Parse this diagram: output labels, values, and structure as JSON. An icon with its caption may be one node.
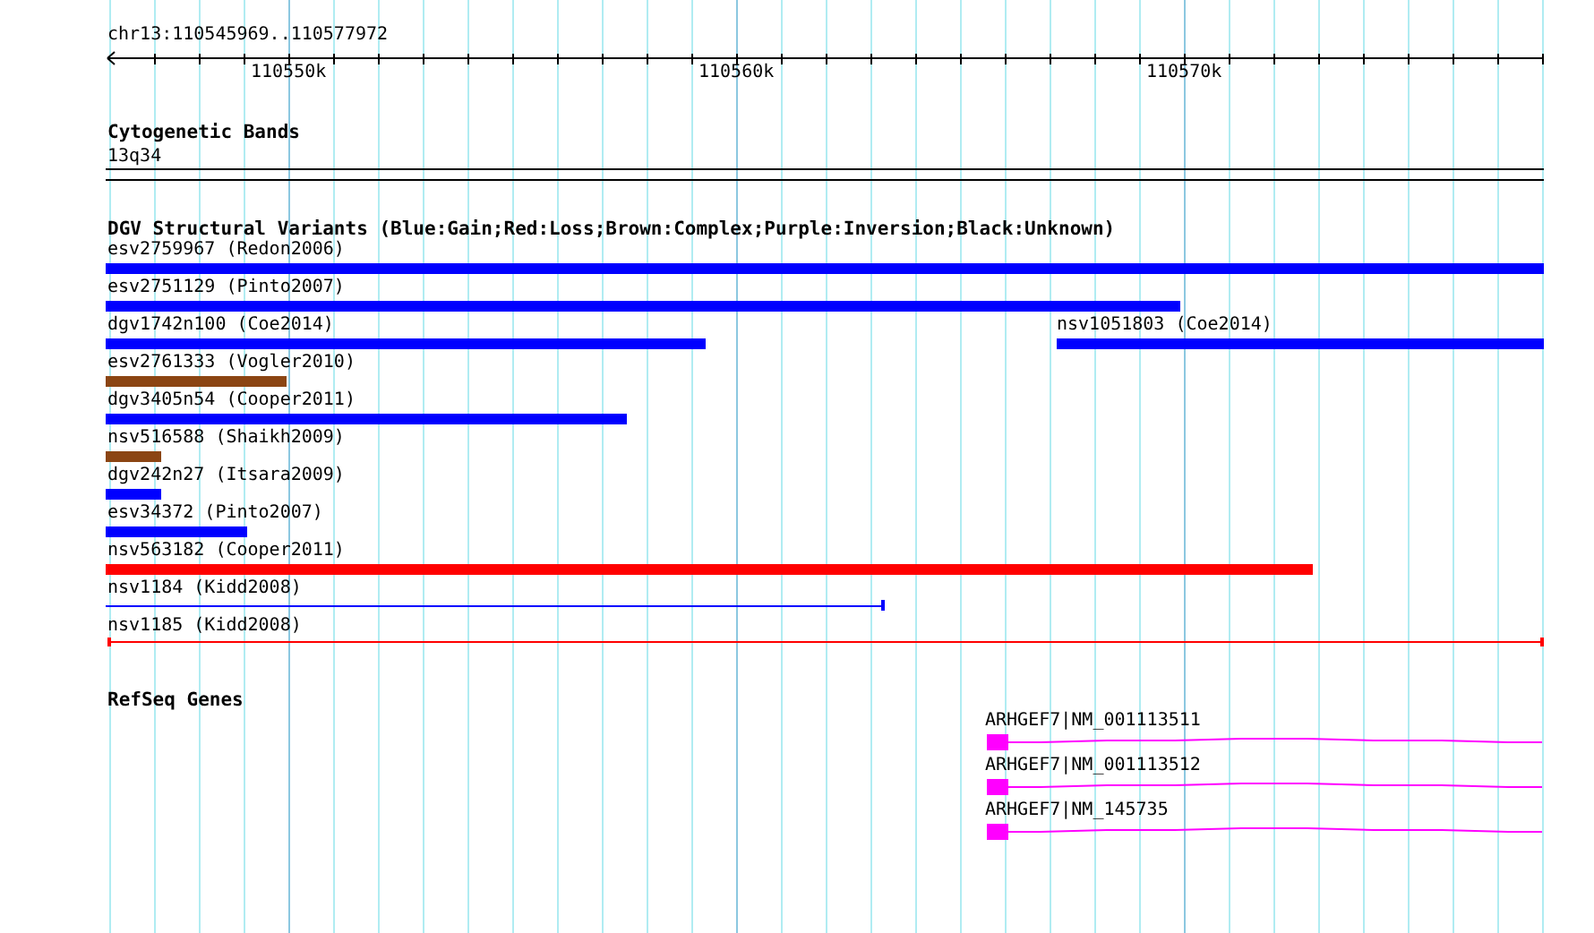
{
  "diagram": {
    "labels": [
      "chr13:110545969..110577972",
      "110550k",
      "110560k",
      "110570k",
      "Cytogenetic Bands",
      "13q34",
      "DGV Structural Variants (Blue:Gain;Red:Loss;Brown:Complex;Purple:Inversion;Black:Unknown)",
      "esv2759967 (Redon2006)",
      "esv2751129 (Pinto2007)",
      "dgv1742n100 (Coe2014)",
      "nsv1051803 (Coe2014)",
      "esv2761333 (Vogler2010)",
      "dgv3405n54 (Cooper2011)",
      "nsv516588 (Shaikh2009)",
      "dgv242n27 (Itsara2009)",
      "esv34372 (Pinto2007)",
      "nsv563182 (Cooper2011)",
      "nsv1184 (Kidd2008)",
      "nsv1185 (Kidd2008)",
      "RefSeq Genes",
      "ARHGEF7|NM_001113511",
      "ARHGEF7|NM_001113512",
      "ARHGEF7|NM_145735"
    ]
  }
}
